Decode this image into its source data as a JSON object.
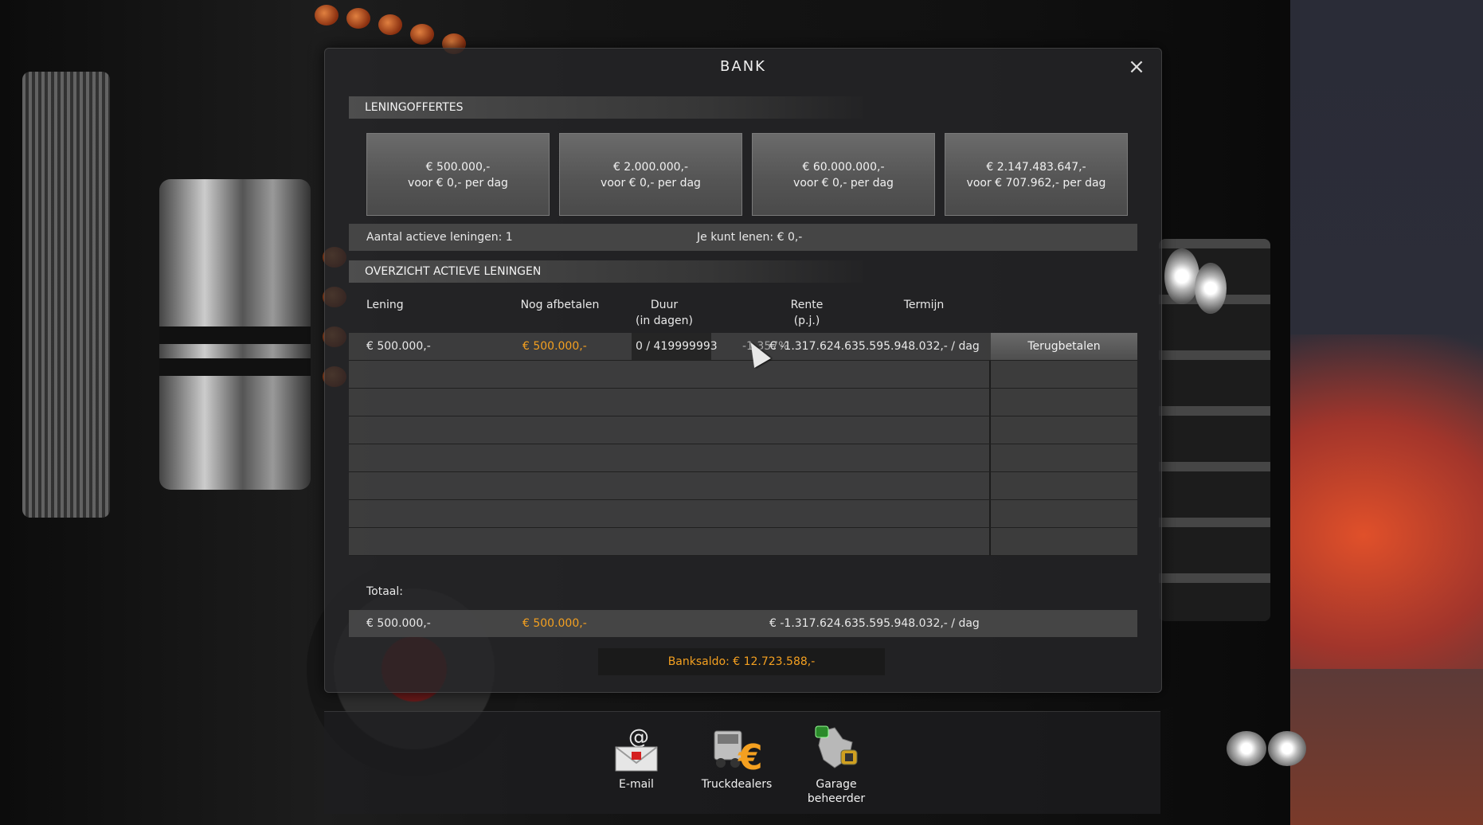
{
  "window": {
    "title": "BANK",
    "close_icon": "×"
  },
  "offers_section": {
    "title": "LENINGOFFERTES",
    "offers": [
      {
        "amount": "€ 500.000,-",
        "cost": "voor € 0,- per dag"
      },
      {
        "amount": "€ 2.000.000,-",
        "cost": "voor € 0,- per dag"
      },
      {
        "amount": "€ 60.000.000,-",
        "cost": "voor € 0,- per dag"
      },
      {
        "amount": "€ 2.147.483.647,-",
        "cost": "voor € 707.962,- per dag"
      }
    ]
  },
  "info": {
    "active_loans": "Aantal actieve leningen: 1",
    "can_borrow": "Je kunt lenen: € 0,-"
  },
  "active_section": {
    "title": "OVERZICHT ACTIEVE LENINGEN",
    "columns": {
      "loan": "Lening",
      "remaining": "Nog afbetalen",
      "duration_l1": "Duur",
      "duration_l2": "(in dagen)",
      "rate_l1": "Rente",
      "rate_l2": "(p.j.)",
      "term": "Termijn"
    },
    "rows": [
      {
        "loan": "€ 500.000,-",
        "remaining": "€ 500.000,-",
        "duration": "0 / 419999993",
        "rate": "-1.357%",
        "term": "€ -1.317.624.635.595.948.032,- / dag",
        "action": "Terugbetalen"
      }
    ]
  },
  "totals": {
    "label": "Totaal:",
    "loan": "€ 500.000,-",
    "remaining": "€ 500.000,-",
    "term": "€ -1.317.624.635.595.948.032,- / dag"
  },
  "balance": "Banksaldo: € 12.723.588,-",
  "dock": [
    {
      "label": "E-mail",
      "icon": "email-icon"
    },
    {
      "label": "Truckdealers",
      "icon": "truckdealer-icon"
    },
    {
      "label_l1": "Garage",
      "label_l2": "beheerder",
      "icon": "garage-manager-icon"
    }
  ],
  "colors": {
    "accent": "#f4a020",
    "panel": "#262628"
  }
}
